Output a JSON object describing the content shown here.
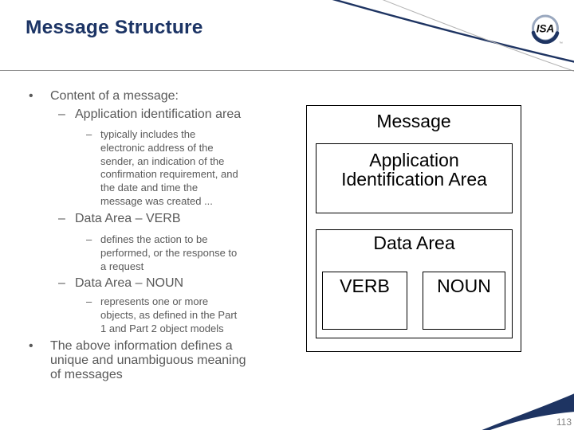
{
  "slide": {
    "title": "Message Structure",
    "page_number": "113",
    "colors": {
      "navy": "#1e3462",
      "body_text": "#595959",
      "divider_gray": "#909090",
      "logo_ring": "#9aa8bf"
    }
  },
  "logo": {
    "text": "ISA",
    "tm": "™"
  },
  "content": {
    "items": [
      {
        "level": 1,
        "marker": "•",
        "lines": [
          "Content of a message:"
        ]
      },
      {
        "level": 2,
        "marker": "–",
        "lines": [
          "Application identification area"
        ]
      },
      {
        "level": 3,
        "marker": "–",
        "lines": [
          "typically includes the",
          "electronic address of the",
          "sender, an indication of the",
          "confirmation requirement, and",
          "the date and time the",
          "message was created ..."
        ]
      },
      {
        "level": 2,
        "marker": "–",
        "lines": [
          "Data Area – VERB"
        ]
      },
      {
        "level": 3,
        "marker": "–",
        "lines": [
          "defines the action to be",
          "performed, or the response to",
          "a request"
        ]
      },
      {
        "level": 2,
        "marker": "–",
        "lines": [
          "Data Area – NOUN"
        ]
      },
      {
        "level": 3,
        "marker": "–",
        "lines": [
          "represents one or more",
          "objects, as defined in the Part",
          "1 and Part 2 object models"
        ]
      },
      {
        "level": 1,
        "marker": "•",
        "lines": [
          "The above information defines a",
          "unique and unambiguous meaning",
          "of messages"
        ]
      }
    ]
  },
  "diagram": {
    "message_label": "Message",
    "app_area_label": [
      "Application",
      "Identification Area"
    ],
    "data_area_label": "Data Area",
    "verb_label": "VERB",
    "noun_label": "NOUN"
  }
}
